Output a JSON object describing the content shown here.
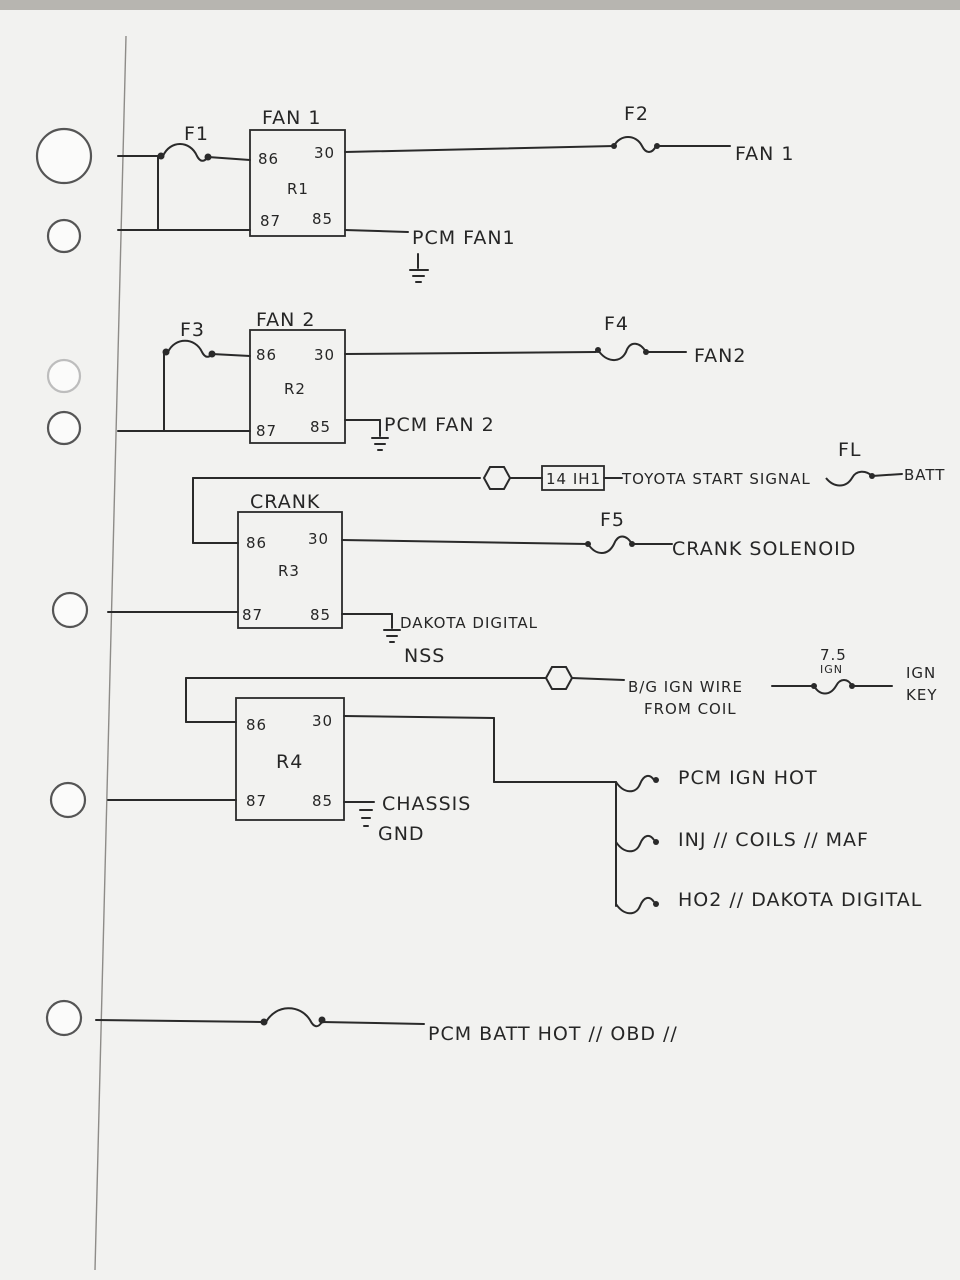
{
  "relays": [
    {
      "title": "FAN 1",
      "id": "R1",
      "pin86": "86",
      "pin30": "30",
      "pin87": "87",
      "pin85": "85"
    },
    {
      "title": "FAN 2",
      "id": "R2",
      "pin86": "86",
      "pin30": "30",
      "pin87": "87",
      "pin85": "85"
    },
    {
      "title": "CRANK",
      "id": "R3",
      "pin86": "86",
      "pin30": "30",
      "pin87": "87",
      "pin85": "85"
    },
    {
      "title": "",
      "id": "R4",
      "pin86": "86",
      "pin30": "30",
      "pin87": "87",
      "pin85": "85"
    }
  ],
  "fuses": {
    "f1": "F1",
    "f2": "F2",
    "f3": "F3",
    "f4": "F4",
    "f5": "F5",
    "fl": "FL",
    "ign_amp": "7.5",
    "ign_tag": "IGN"
  },
  "labels": {
    "fan1_out": "FAN 1",
    "pcm_fan1": "PCM FAN1",
    "fan2_out": "FAN2",
    "pcm_fan2": "PCM FAN 2",
    "connector": "14 IH1",
    "toyota_start": "TOYOTA START SIGNAL",
    "batt": "BATT",
    "crank_solenoid": "CRANK SOLENOID",
    "dakota_nss_1": "DAKOTA DIGITAL",
    "dakota_nss_2": "NSS",
    "bg_ign_1": "B/G IGN WIRE",
    "bg_ign_2": "FROM COIL",
    "ign_key_1": "IGN",
    "ign_key_2": "KEY",
    "chassis_1": "CHASSIS",
    "chassis_2": "GND",
    "pcm_ign_hot": "PCM IGN HOT",
    "inj_coils_maf": "INJ // COILS // MAF",
    "ho2_dakota": "HO2 // DAKOTA DIGITAL",
    "pcm_batt_hot": "PCM BATT HOT // OBD //"
  }
}
